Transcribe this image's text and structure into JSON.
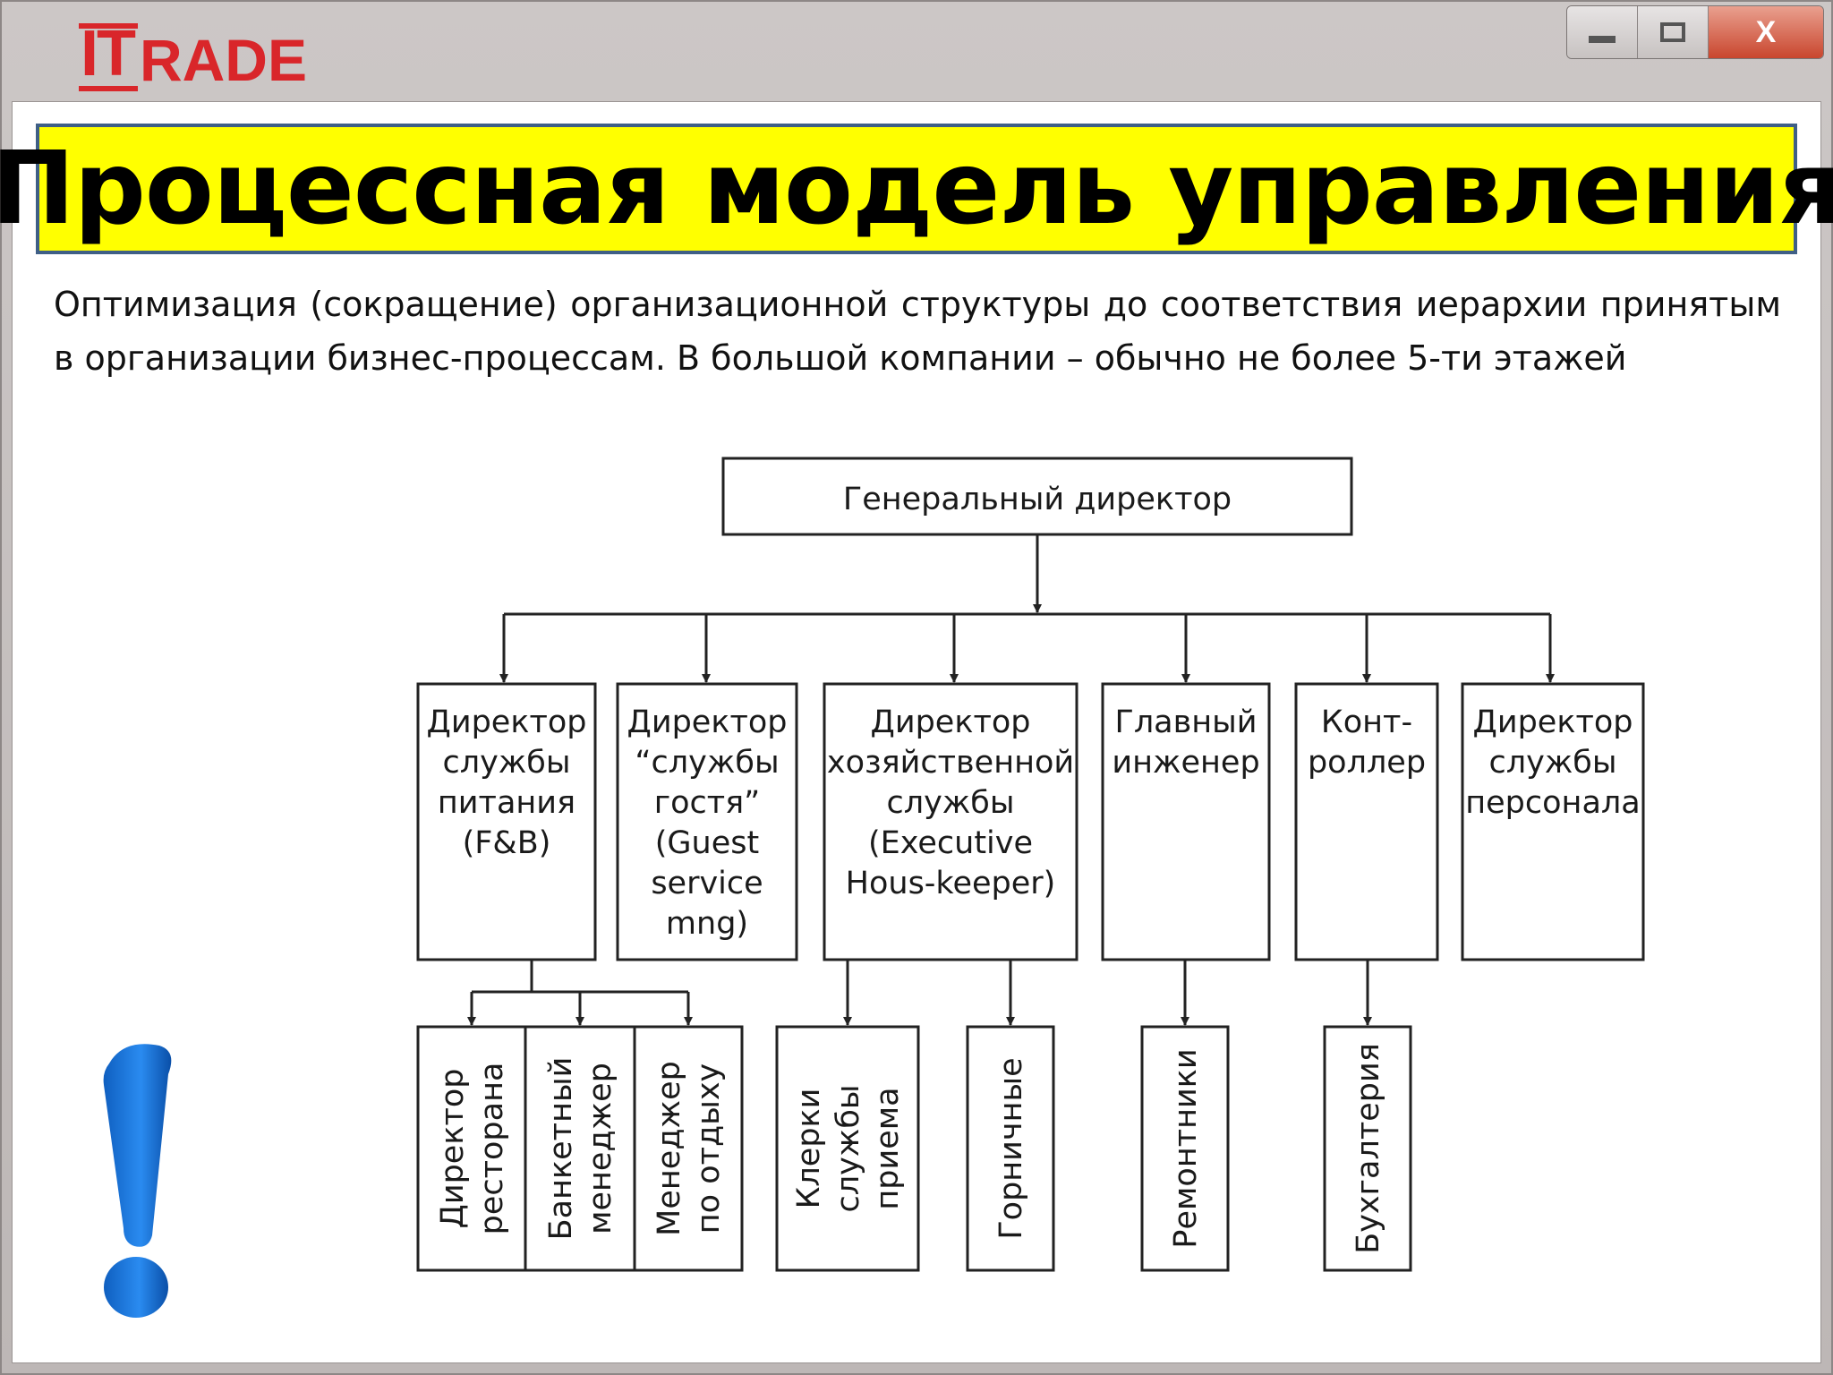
{
  "window": {
    "logo_it": "IT",
    "logo_rest": "RADE",
    "controls": {
      "close": "X"
    },
    "brand_color": "#d9262a"
  },
  "slide": {
    "title": "Процессная модель управления",
    "description": "Оптимизация (сокращение) организационной структуры до соответствия иерархии принятым в организации бизнес-процессам. В большой компании – обычно не более 5-ти этажей",
    "title_bg_color": "#ffff00",
    "exclamation_color": "#1f7fe0"
  },
  "org_chart": {
    "root": "Генеральный директор",
    "departments": [
      {
        "label": [
          "Директор",
          "службы",
          "питания",
          "(F&B)"
        ],
        "subordinates": [
          [
            "Директор",
            "ресторана"
          ],
          [
            "Банкетный",
            "менеджер"
          ],
          [
            "Менеджер",
            "по отдыху"
          ]
        ]
      },
      {
        "label": [
          "Директор",
          "“службы",
          "гостя”",
          "(Guest",
          "service",
          "mng)"
        ],
        "subordinates": [
          [
            "Клерки",
            "службы",
            "приема"
          ]
        ]
      },
      {
        "label": [
          "Директор",
          "хозяйственной",
          "службы",
          "(Executive",
          "Hous-keeper)"
        ],
        "subordinates": [
          [
            "Горничные"
          ]
        ]
      },
      {
        "label": [
          "Главный",
          "инженер"
        ],
        "subordinates": [
          [
            "Ремонтники"
          ]
        ]
      },
      {
        "label": [
          "Конт-",
          "роллер"
        ],
        "subordinates": [
          [
            "Бухгалтерия"
          ]
        ]
      },
      {
        "label": [
          "Директор",
          "службы",
          "персонала"
        ],
        "subordinates": []
      }
    ]
  }
}
